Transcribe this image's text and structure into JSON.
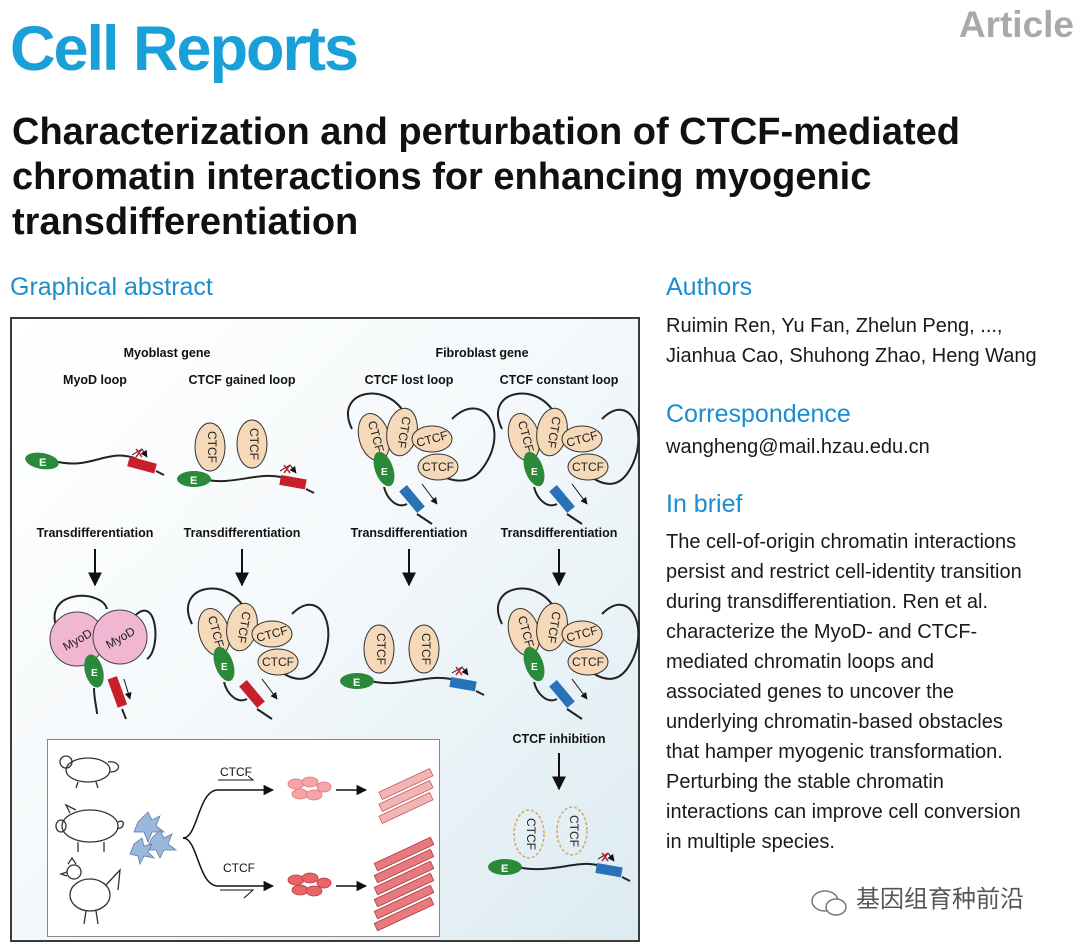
{
  "header": {
    "journal": "Cell Reports",
    "article_type": "Article"
  },
  "title": "Characterization and perturbation of CTCF-mediated chromatin interactions for enhancing myogenic transdifferentiation",
  "graphical_abstract": {
    "heading": "Graphical abstract",
    "group_myoblast": "Myoblast gene",
    "group_fibroblast": "Fibroblast gene",
    "col_myod": "MyoD loop",
    "col_gained": "CTCF gained loop",
    "col_lost": "CTCF lost loop",
    "col_constant": "CTCF constant loop",
    "transdiff": "Transdifferentiation",
    "ctcf": "CTCF",
    "myod": "MyoD",
    "enhancer": "E",
    "ctcf_inhibition": "CTCF inhibition",
    "colors": {
      "enhancer": "#2a8a3a",
      "myoblast_gene": "#c8202a",
      "fibroblast_gene": "#2a72b8",
      "ctcf": "#f5d9b8",
      "myod": "#f0b6d2",
      "cell": "#e86468"
    }
  },
  "authors": {
    "heading": "Authors",
    "line1": "Ruimin Ren, Yu Fan, Zhelun Peng, ...,",
    "line2": "Jianhua Cao, Shuhong Zhao, Heng Wang"
  },
  "correspondence": {
    "heading": "Correspondence",
    "email": "wangheng@mail.hzau.edu.cn"
  },
  "in_brief": {
    "heading": "In brief",
    "lines": [
      "The cell-of-origin chromatin interactions",
      "persist and restrict cell-identity transition",
      "during transdifferentiation. Ren et al.",
      "characterize the MyoD- and CTCF-",
      "mediated chromatin loops and",
      "associated genes to uncover the",
      "underlying chromatin-based obstacles",
      "that hamper myogenic transformation.",
      "Perturbing the stable chromatin",
      "interactions can improve cell conversion",
      "in multiple species."
    ]
  },
  "watermark": "基因组育种前沿"
}
